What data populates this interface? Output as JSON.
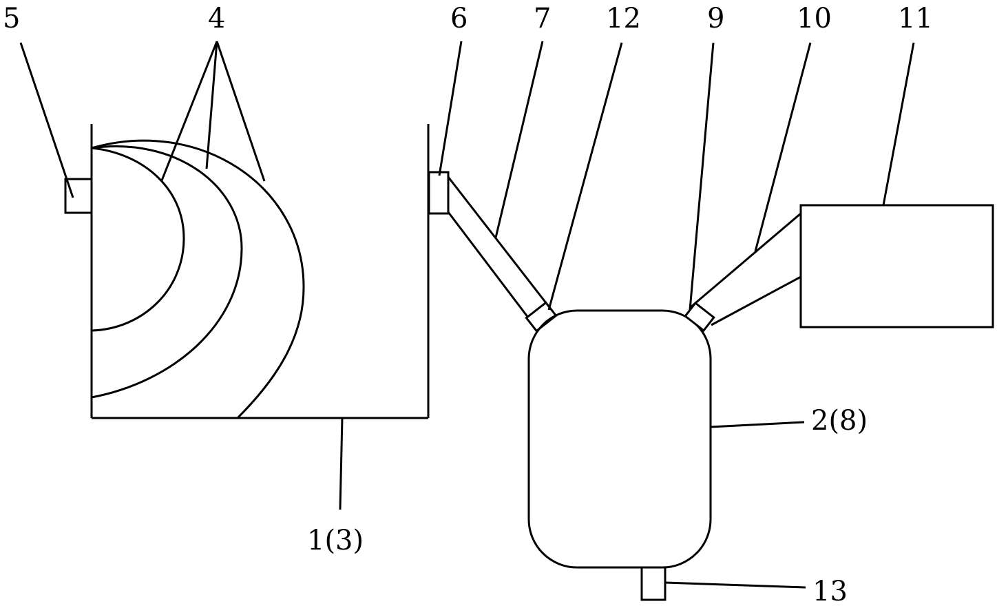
{
  "labels": {
    "l5": "5",
    "l4": "4",
    "l6": "6",
    "l7": "7",
    "l12": "12",
    "l9": "9",
    "l10": "10",
    "l11": "11",
    "l2_8": "2(8)",
    "l1_3": "1(3)",
    "l13": "13"
  },
  "colors": {
    "stroke": "#000000",
    "background": "#ffffff"
  }
}
